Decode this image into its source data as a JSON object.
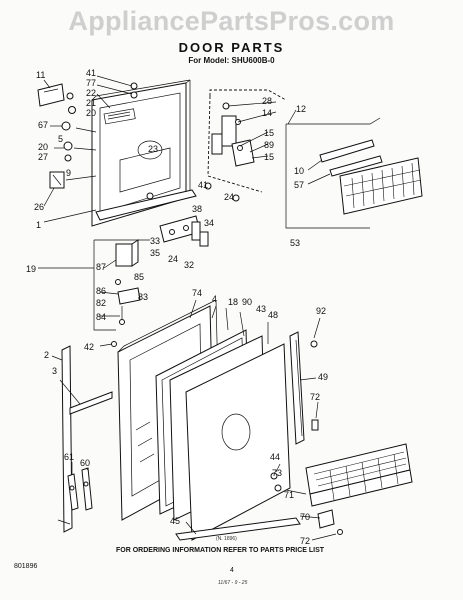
{
  "watermark": "AppliancePartsPros.com",
  "title": "DOOR PARTS",
  "model_line": "For Model: SHU600B-0",
  "callouts": {
    "c11": "11",
    "c41a": "41",
    "c77": "77",
    "c22": "22",
    "c21": "21",
    "c20a": "20",
    "c67": "67",
    "c5": "5",
    "c20b": "20",
    "c27": "27",
    "c9": "9",
    "c26": "26",
    "c1": "1",
    "c23": "23",
    "c28": "28",
    "c14": "14",
    "c12": "12",
    "c15a": "15",
    "c89": "89",
    "c15b": "15",
    "c41b": "41",
    "c24a": "24",
    "c10": "10",
    "c57": "57",
    "c53": "53",
    "c38": "38",
    "c34": "34",
    "c33": "33",
    "c35": "35",
    "c24b": "24",
    "c32": "32",
    "c19": "19",
    "c87": "87",
    "c85": "85",
    "c86": "86",
    "c82": "82",
    "c83": "83",
    "c84": "84",
    "c74": "74",
    "c4": "4",
    "c18": "18",
    "c90": "90",
    "c43": "43",
    "c48": "48",
    "c92": "92",
    "c42": "42",
    "c2": "2",
    "c3": "3",
    "c49": "49",
    "c72a": "72",
    "c44": "44",
    "c73": "73",
    "c71": "71",
    "c61": "61",
    "c60": "60",
    "c45": "45",
    "c70": "70",
    "c72b": "72"
  },
  "footer": {
    "ref_code": "(N. 1896)",
    "order_info": "FOR ORDERING INFORMATION REFER TO PARTS PRICE LIST",
    "doc_number": "801896",
    "page_no": "4",
    "signature": "11/67 - 9 - 25"
  }
}
